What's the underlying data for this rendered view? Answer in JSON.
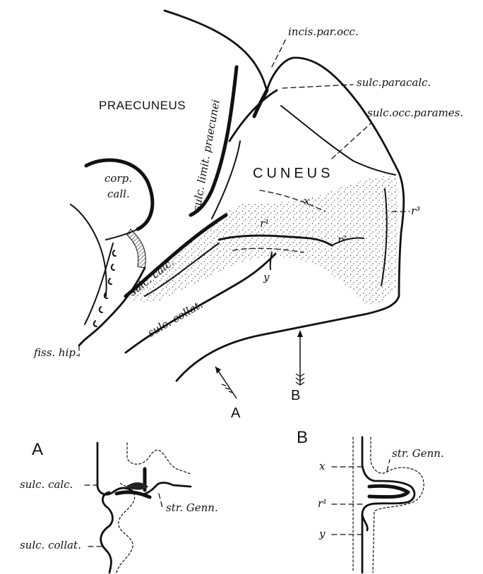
{
  "labels": {
    "incis_par_occ": "incis.par.occ.",
    "sulc_paracalc": "sulc.paracalc.",
    "sulc_occ_parames": "sulc.occ.parames.",
    "praecuneus": "PRAECUNEUS",
    "sulc_limit_praecunei": "sulc. limit. praecunei",
    "corp": "corp.",
    "call": "call.",
    "cuneus": "CUNEUS",
    "x": "x",
    "r1": "r¹",
    "r2": "r²",
    "r3": "r³",
    "y": "y",
    "sulc_calc": "sulc. calc.",
    "sulc_collat": "sulc. collat.",
    "fiss_hip": "fiss. hip.",
    "arrow_a": "A",
    "arrow_b": "B"
  },
  "section_a": {
    "title": "A",
    "sulc_calc": "sulc. calc.",
    "str_genn": "str. Genn.",
    "sulc_collat": "sulc. collat."
  },
  "section_b": {
    "title": "B",
    "x": "x",
    "str_genn": "str. Genn.",
    "r1": "r¹",
    "y": "y"
  }
}
